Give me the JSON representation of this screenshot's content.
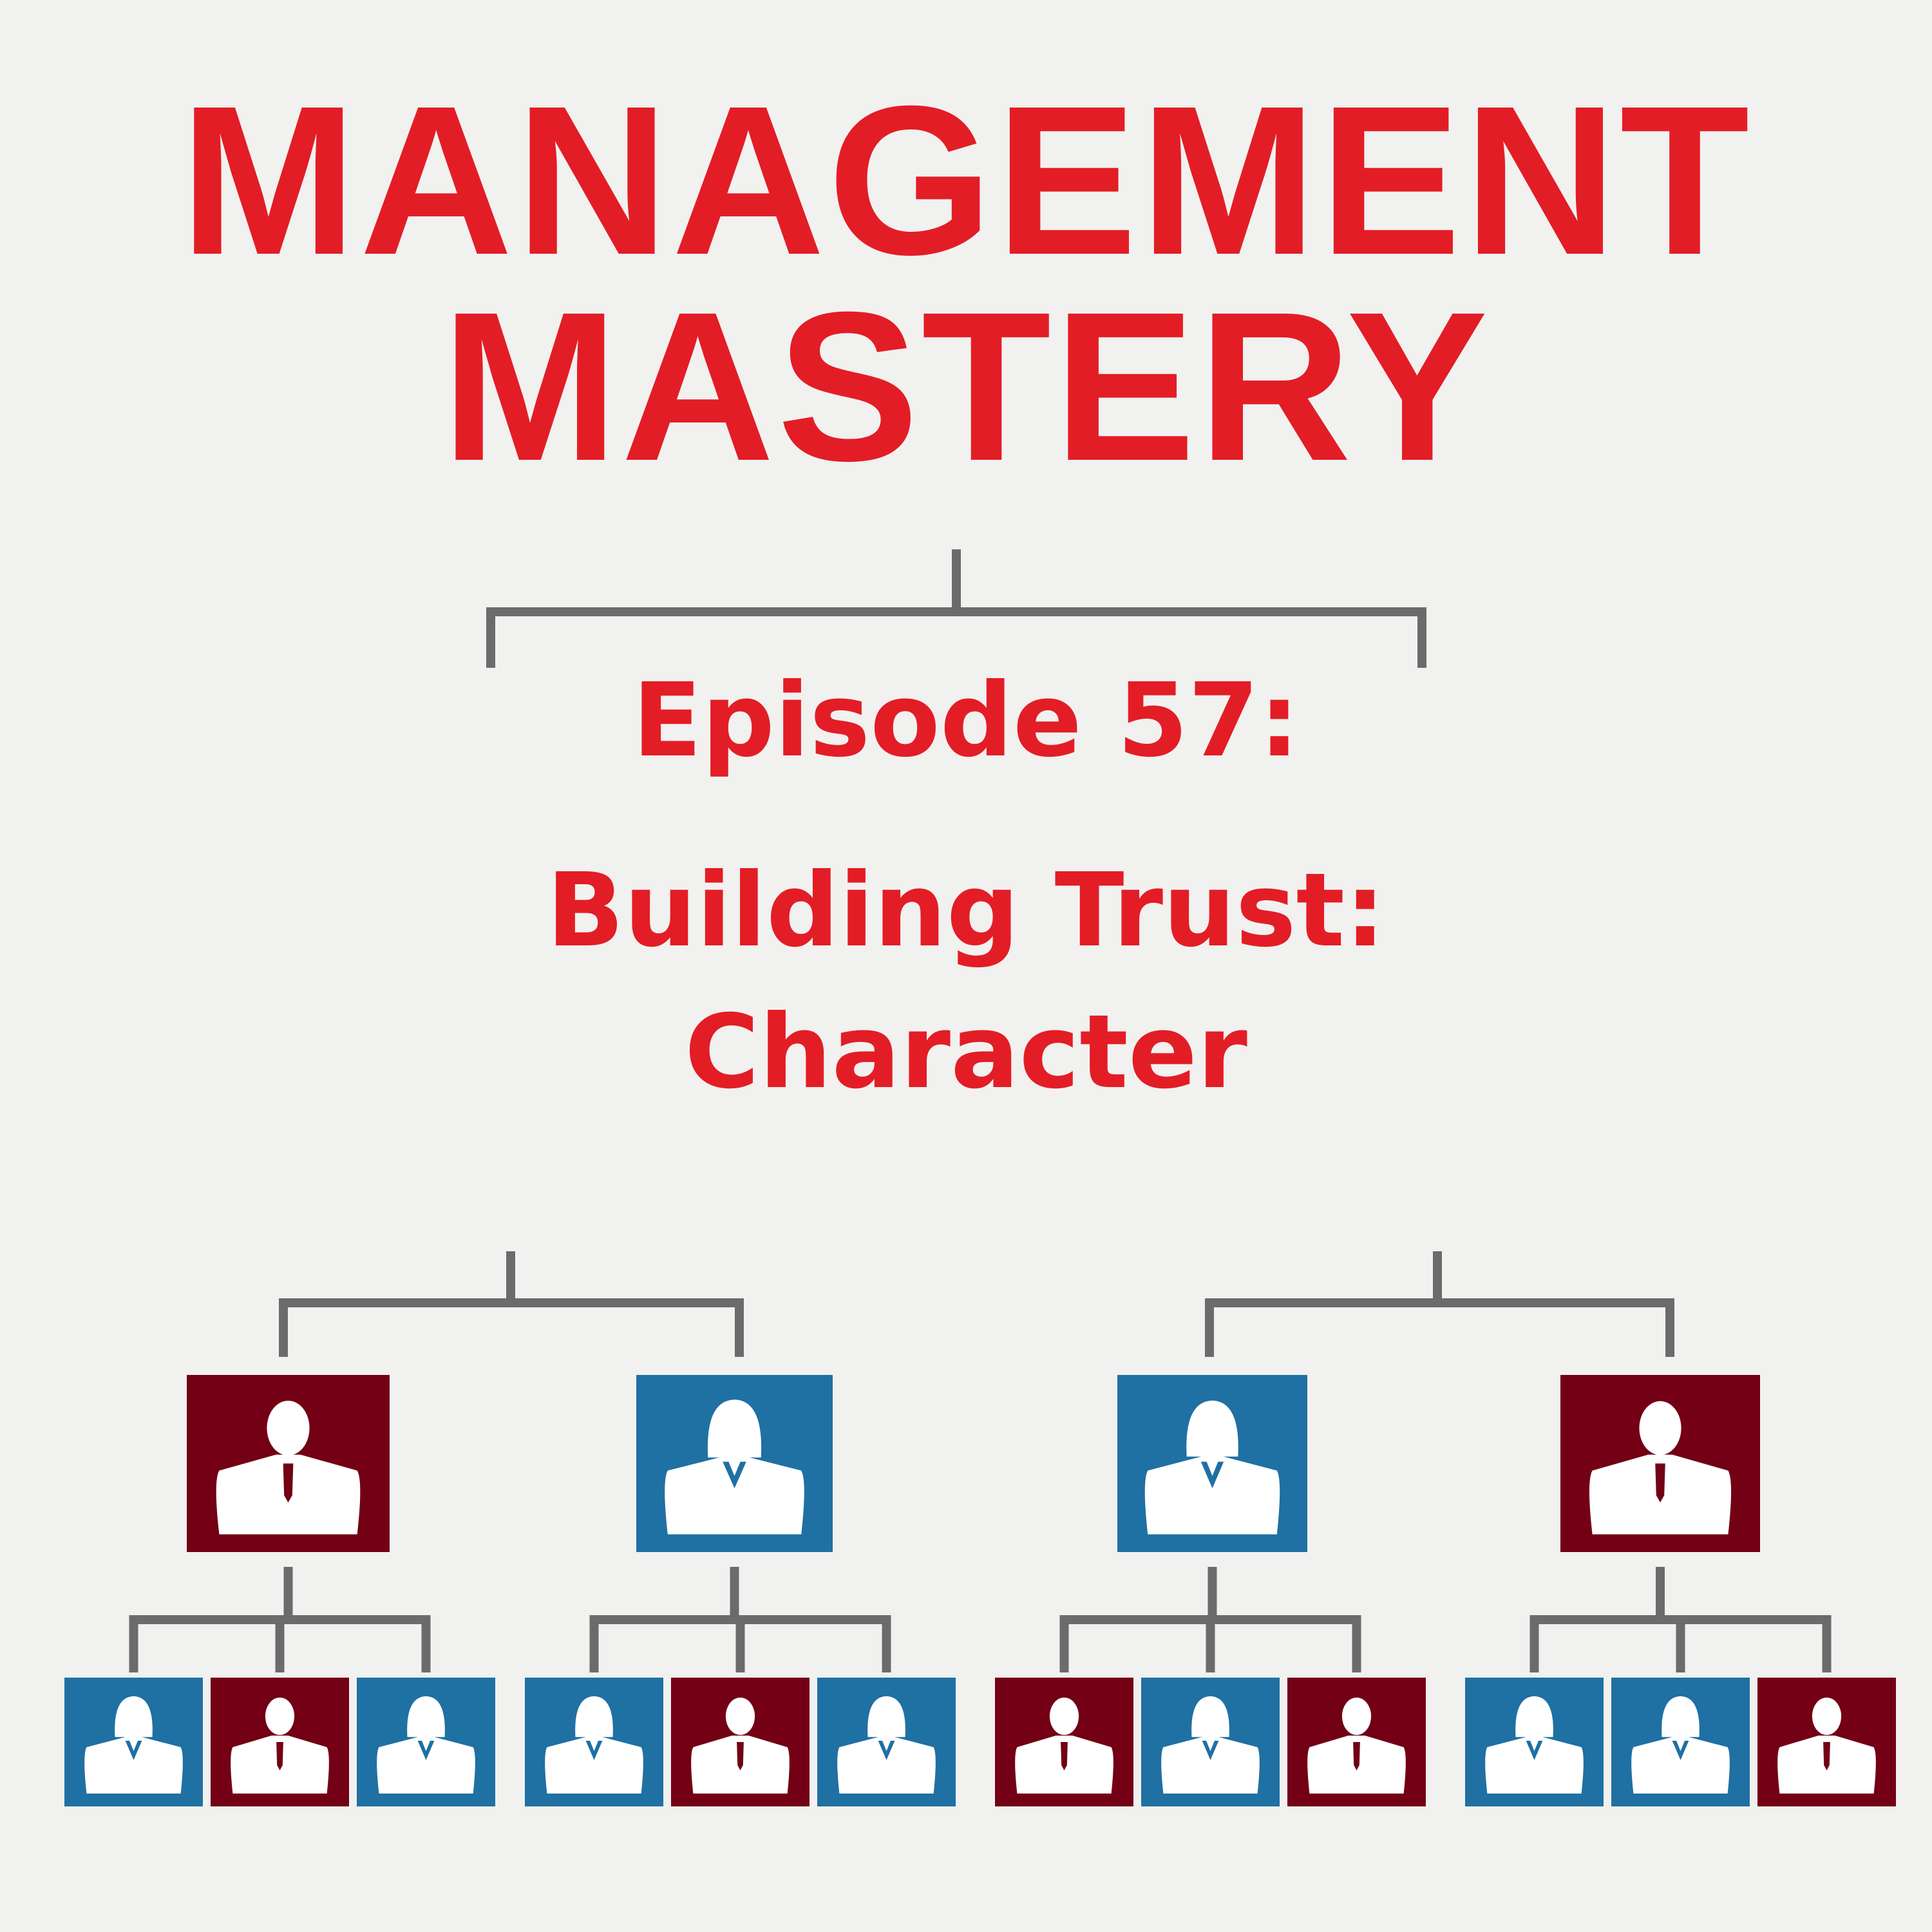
{
  "title": {
    "line1": "MANAGEMENT",
    "line2": "MASTERY"
  },
  "subtitle": {
    "episode": "Episode 57:",
    "topic_line1": "Building Trust:",
    "topic_line2": "Character"
  },
  "colors": {
    "text_red": "#e31d25",
    "connector": "#6b6b6b",
    "maroon": "#730014",
    "blue": "#1f70a3",
    "person": "#ffffff",
    "background": "#f1f1f0"
  },
  "org_chart": {
    "managers": [
      {
        "color": "maroon",
        "icon": "male-person-icon",
        "reports": [
          {
            "color": "blue",
            "icon": "female-person-icon"
          },
          {
            "color": "maroon",
            "icon": "male-person-icon"
          },
          {
            "color": "blue",
            "icon": "female-person-icon"
          }
        ]
      },
      {
        "color": "blue",
        "icon": "female-person-icon",
        "reports": [
          {
            "color": "blue",
            "icon": "female-person-icon"
          },
          {
            "color": "maroon",
            "icon": "male-person-icon"
          },
          {
            "color": "blue",
            "icon": "female-person-icon"
          }
        ]
      },
      {
        "color": "blue",
        "icon": "female-person-icon",
        "reports": [
          {
            "color": "maroon",
            "icon": "male-person-icon"
          },
          {
            "color": "blue",
            "icon": "female-person-icon"
          },
          {
            "color": "maroon",
            "icon": "male-person-icon"
          }
        ]
      },
      {
        "color": "maroon",
        "icon": "male-person-icon",
        "reports": [
          {
            "color": "blue",
            "icon": "female-person-icon"
          },
          {
            "color": "blue",
            "icon": "female-person-icon"
          },
          {
            "color": "maroon",
            "icon": "male-person-icon"
          }
        ]
      }
    ]
  }
}
